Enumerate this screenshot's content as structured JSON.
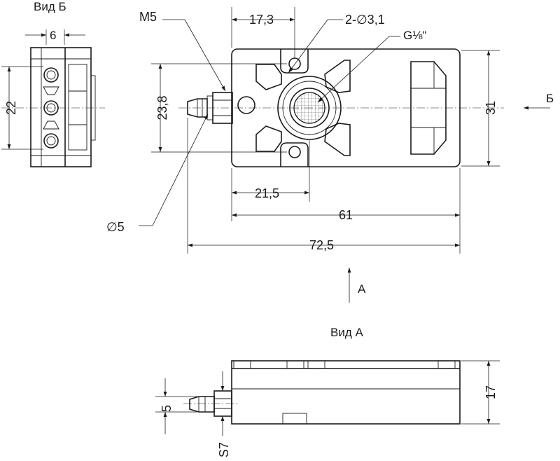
{
  "views": {
    "view_b_title": "Вид Б",
    "view_a_title": "Вид А"
  },
  "dimensions": {
    "d_6": "6",
    "d_22": "22",
    "d_m5": "M5",
    "d_17_3": "17,3",
    "d_2xd3_1": "2-∅3,1",
    "d_g18": "G⅛\"",
    "d_23_8": "23,8",
    "d_31": "31",
    "d_b_arrow": "Б",
    "d_21_5": "21,5",
    "d_61": "61",
    "d_d5": "∅5",
    "d_72_5": "72,5",
    "d_a_arrow": "А",
    "d_5": "5",
    "d_17": "17",
    "d_s7": "S7"
  }
}
